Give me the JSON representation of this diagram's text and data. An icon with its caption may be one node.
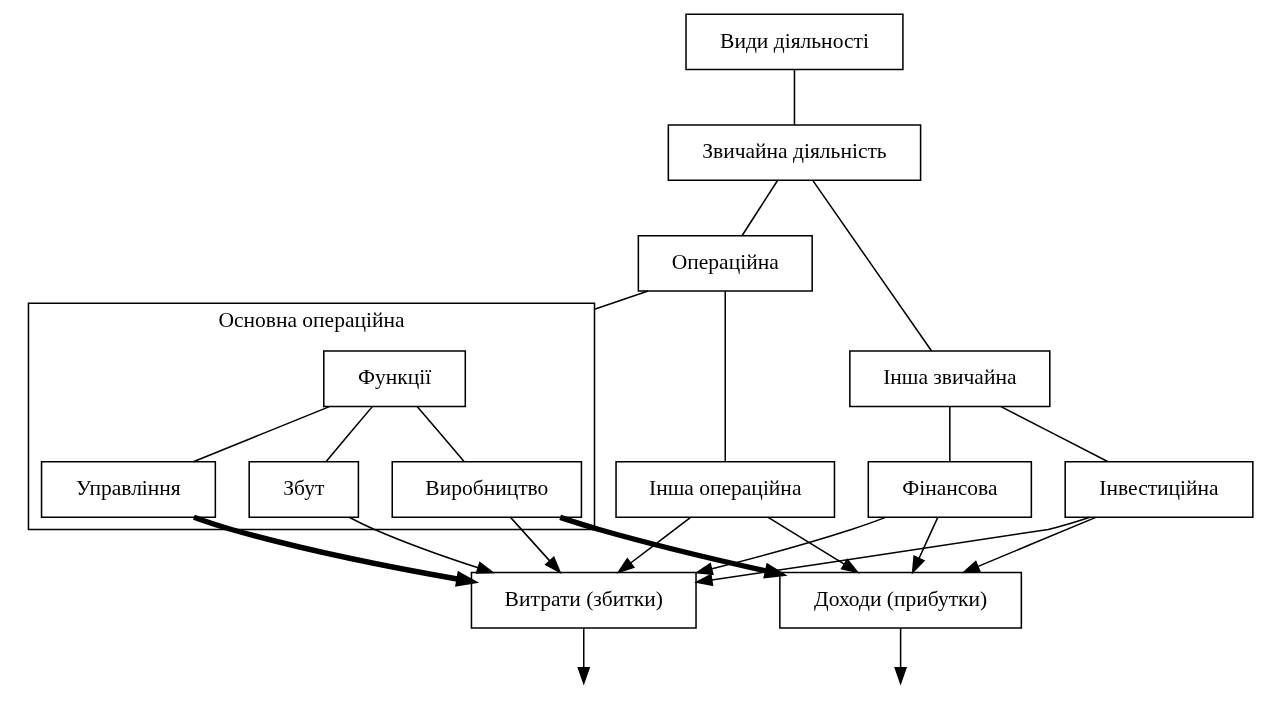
{
  "diagram": {
    "nodes": [
      {
        "text": [
          "Види діяльності"
        ]
      },
      {
        "text": [
          "Звичайна діяльність"
        ]
      },
      {
        "text": [
          "Операційна"
        ]
      },
      {
        "text": [
          "Інша звичайна"
        ]
      },
      {
        "text": [
          "Основна операційна"
        ]
      },
      {
        "text": [
          "Інша операційна"
        ]
      },
      {
        "text": [
          "Фінансова"
        ]
      },
      {
        "text": [
          "Інвестиційна"
        ]
      },
      {
        "text": [
          "Функції"
        ],
        "in": 4
      },
      {
        "text": [
          "Виробництво"
        ],
        "in": 4
      },
      {
        "text": [
          "Управління"
        ],
        "in": 4
      },
      {
        "text": [
          "Збут"
        ],
        "in": 4
      },
      {
        "text": [
          "Витрати (збитки)"
        ]
      },
      {
        "text": [
          "Доходи (прибутки)"
        ]
      }
    ],
    "edges": [
      {
        "from": 0,
        "to": 1,
        "arrow": "none"
      },
      {
        "from": 1,
        "to": 2,
        "arrow": "none"
      },
      {
        "from": 1,
        "to": 3,
        "arrow": "none"
      },
      {
        "from": 2,
        "to": 4,
        "arrow": "none"
      },
      {
        "from": 2,
        "to": 5,
        "arrow": "none"
      },
      {
        "from": 3,
        "to": 6,
        "arrow": "none"
      },
      {
        "from": 3,
        "to": 7,
        "arrow": "none"
      },
      {
        "from": 8,
        "to": 9,
        "arrow": "none"
      },
      {
        "from": 8,
        "to": 10,
        "arrow": "none"
      },
      {
        "from": 8,
        "to": 11,
        "arrow": "none"
      },
      {
        "from": 9,
        "to": 12,
        "arrow": "to"
      },
      {
        "from": 9,
        "to": 13,
        "arrow": "to",
        "style": "thick"
      },
      {
        "from": 10,
        "to": 12,
        "arrow": "to",
        "style": "thick"
      },
      {
        "from": 11,
        "to": 12,
        "arrow": "to"
      },
      {
        "from": 5,
        "to": 12,
        "arrow": "to"
      },
      {
        "from": 5,
        "to": 13,
        "arrow": "to"
      },
      {
        "from": 6,
        "to": 12,
        "arrow": "to"
      },
      {
        "from": 6,
        "to": 13,
        "arrow": "to"
      },
      {
        "from": 7,
        "to": 12,
        "arrow": "to"
      },
      {
        "from": 7,
        "to": 13,
        "arrow": "to"
      },
      {
        "from": 12,
        "to": null,
        "arrow": "to"
      },
      {
        "from": 13,
        "to": null,
        "arrow": "to"
      }
    ]
  }
}
